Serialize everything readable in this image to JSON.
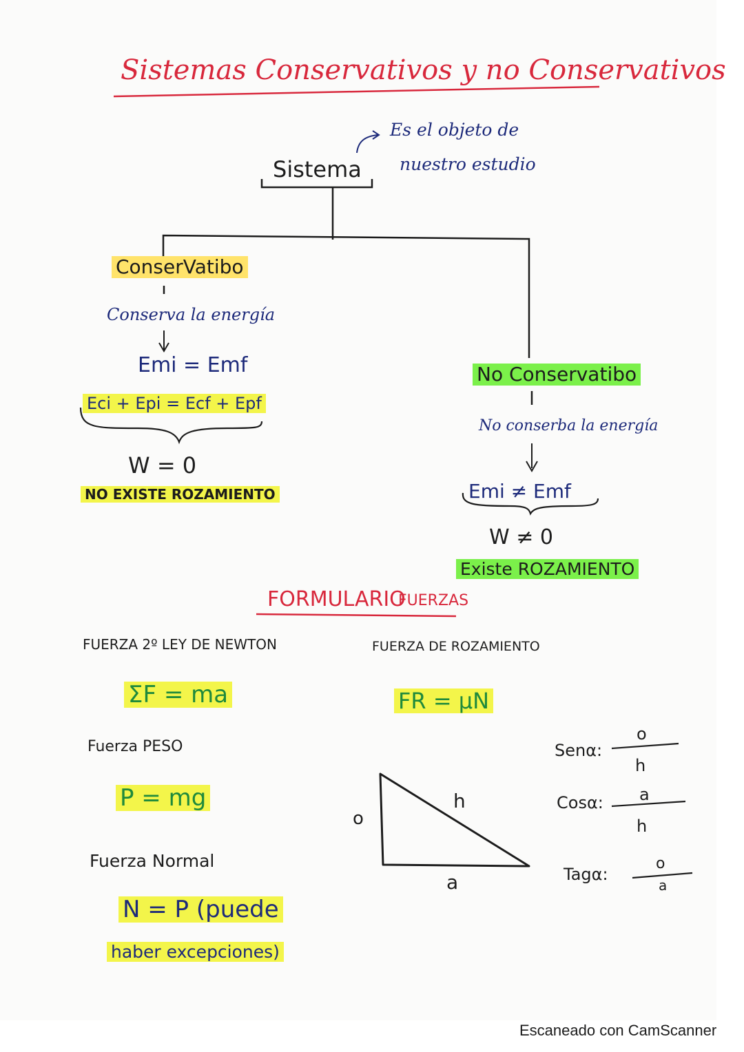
{
  "title": "Sistemas Conservativos y no Conservativos",
  "diagram": {
    "root": "Sistema",
    "root_note_1": "Es el objeto de",
    "root_note_2": "nuestro estudio",
    "left": {
      "label": "ConserVatibo",
      "description": "Conserva la energía",
      "eq1": "Emi = Emf",
      "eq2": "Eci + Epi = Ecf + Epf",
      "work": "W = 0",
      "friction": "NO EXISTE ROZAMIENTO"
    },
    "right": {
      "label": "No Conservatibo",
      "description": "No conserba la energía",
      "eq1": "Emi ≠ Emf",
      "work": "W ≠ 0",
      "friction": "Existe ROZAMIENTO"
    }
  },
  "formulario": {
    "heading_1": "FORMULARIO",
    "heading_2": "FUERZAS",
    "newton_label": "FUERZA 2º LEY DE NEWTON",
    "newton_formula": "ΣF = ma",
    "friction_label": "FUERZA DE ROZAMIENTO",
    "friction_formula": "FR = μN",
    "weight_label": "Fuerza PESO",
    "weight_formula": "P = mg",
    "normal_label": "Fuerza Normal",
    "normal_formula": "N = P (puede",
    "normal_note": "haber excepciones)"
  },
  "triangle": {
    "side_o": "o",
    "side_h": "h",
    "side_a": "a"
  },
  "trig": {
    "sin_label": "Senα:",
    "sin_num": "o",
    "sin_den": "h",
    "cos_label": "Cosα:",
    "cos_num": "a",
    "cos_den": "h",
    "tan_label": "Tagα:",
    "tan_num": "o",
    "tan_den": "a"
  },
  "footer": "Escaneado con CamScanner",
  "colors": {
    "title": "#d8283c",
    "ink": "#1d2a7a",
    "highlight_yellow": "#f3f54a",
    "highlight_green": "#7bf04a",
    "highlight_orange": "#ffe36a"
  }
}
